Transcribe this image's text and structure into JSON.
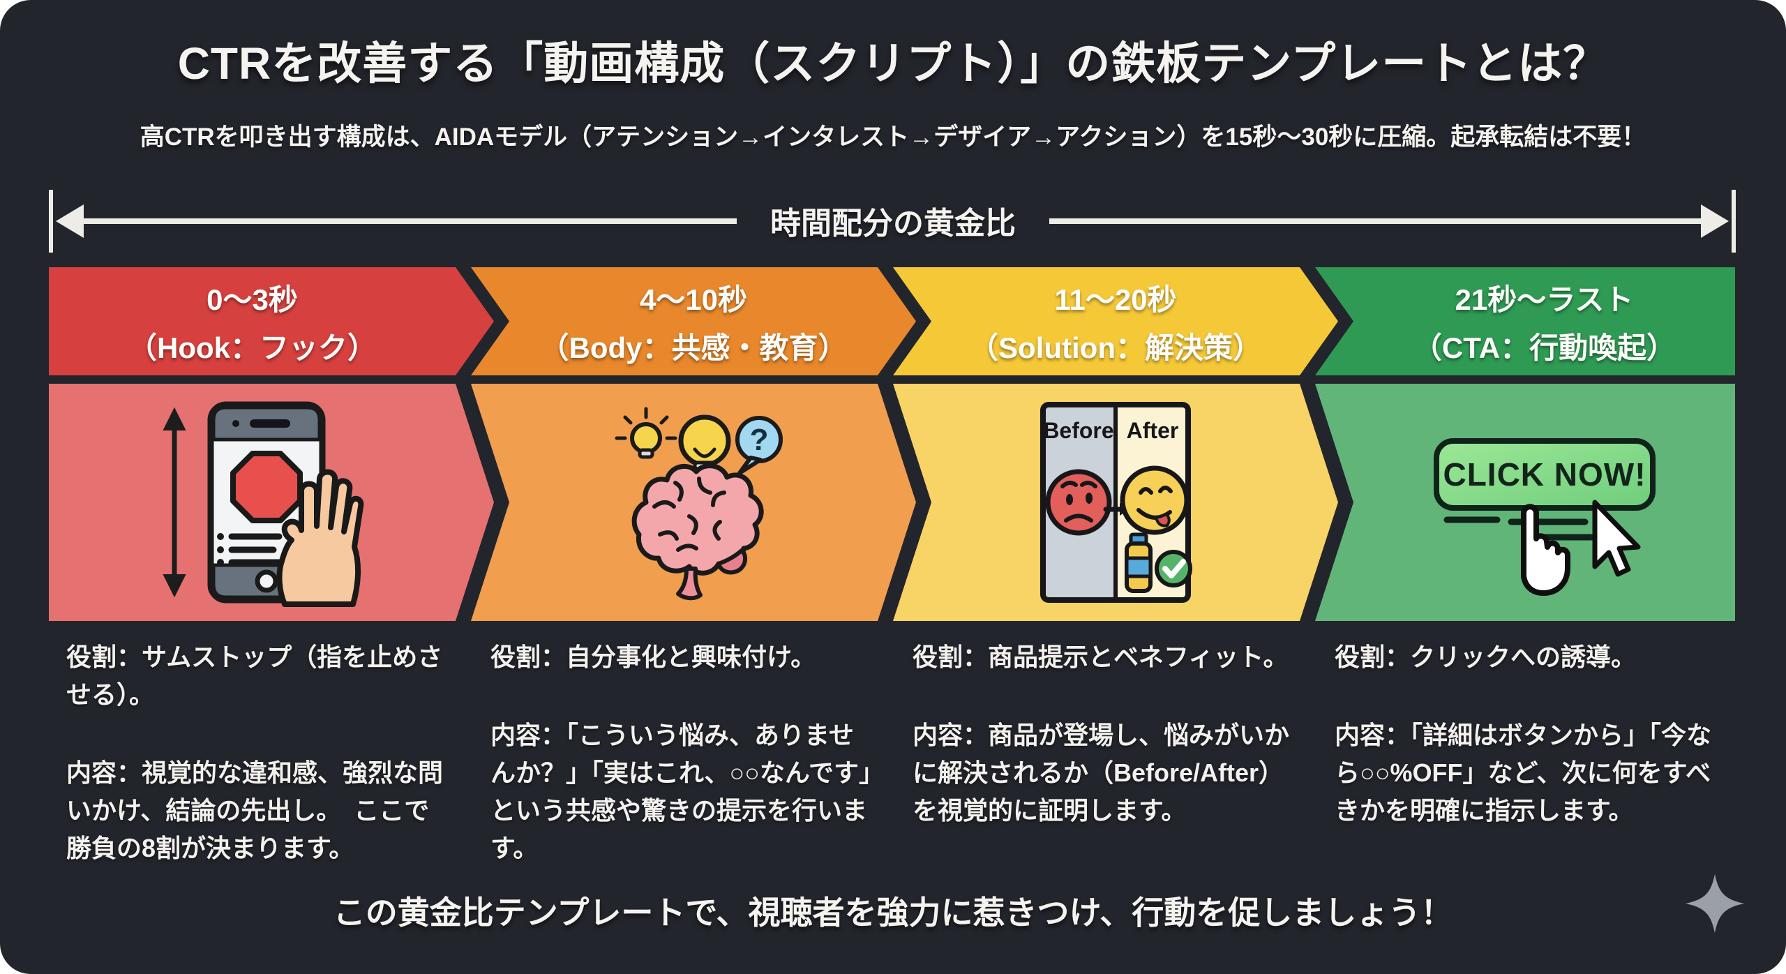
{
  "page": {
    "title": "CTRを改善する「動画構成（スクリプト）」の鉄板テンプレートとは？",
    "subtitle": "高CTRを叩き出す構成は、AIDAモデル（アテンション→インタレスト→デザイア→アクション）を15秒〜30秒に圧縮。起承転結は不要！",
    "timeline_label": "時間配分の黄金比",
    "footer": "この黄金比テンプレートで、視聴者を強力に惹きつけ、行動を促しましょう！"
  },
  "colors": {
    "page-bg": "#ffffff",
    "canvas-bg": "#23252c",
    "text-light": "#f4f3ef",
    "arrow-line": "#edece6",
    "sparkle": "#9aa0a6"
  },
  "icons": {
    "sparkle": "four-point-sparkle",
    "timeline": "double-headed-arrow"
  },
  "stages": [
    {
      "time": "0〜3秒",
      "label": "（Hook：フック）",
      "header_color": "#d6403e",
      "body_color": "#e57170",
      "illustration": "thumb-stop-phone",
      "role": "役割：サムストップ（指を止めさせる）。",
      "content": "内容：視覚的な違和感、強烈な問いかけ、結論の先出し。　ここで勝負の8割が決まります。"
    },
    {
      "time": "4〜10秒",
      "label": "（Body：共感・教育）",
      "header_color": "#e8872b",
      "body_color": "#f19e4e",
      "illustration": "brain-idea",
      "role": "役割：自分事化と興味付け。",
      "content": "内容：「こういう悩み、ありませんか？」「実はこれ、○○なんです」という共感や驚きの提示を行います。"
    },
    {
      "time": "11〜20秒",
      "label": "（Solution：解決策）",
      "header_color": "#f5c838",
      "body_color": "#f8d365",
      "illustration": "before-after-card",
      "role": "役割：商品提示とベネフィット。",
      "content": "内容：商品が登場し、悩みがいかに解決されるか（Before/After）を視覚的に証明します。"
    },
    {
      "time": "21秒〜ラスト",
      "label": "（CTA：行動喚起）",
      "header_color": "#2e9a53",
      "body_color": "#62b578",
      "illustration": "click-now-button",
      "role": "役割：クリックへの誘導。",
      "content": "内容：「詳細はボタンから」「今なら○○%OFF」など、次に何をすべきかを明確に指示します。"
    }
  ],
  "illustrations": {
    "before_after": {
      "before_label": "Before",
      "after_label": "After"
    },
    "cta": {
      "button_label": "CLICK NOW!"
    },
    "question_bubble": "?"
  }
}
